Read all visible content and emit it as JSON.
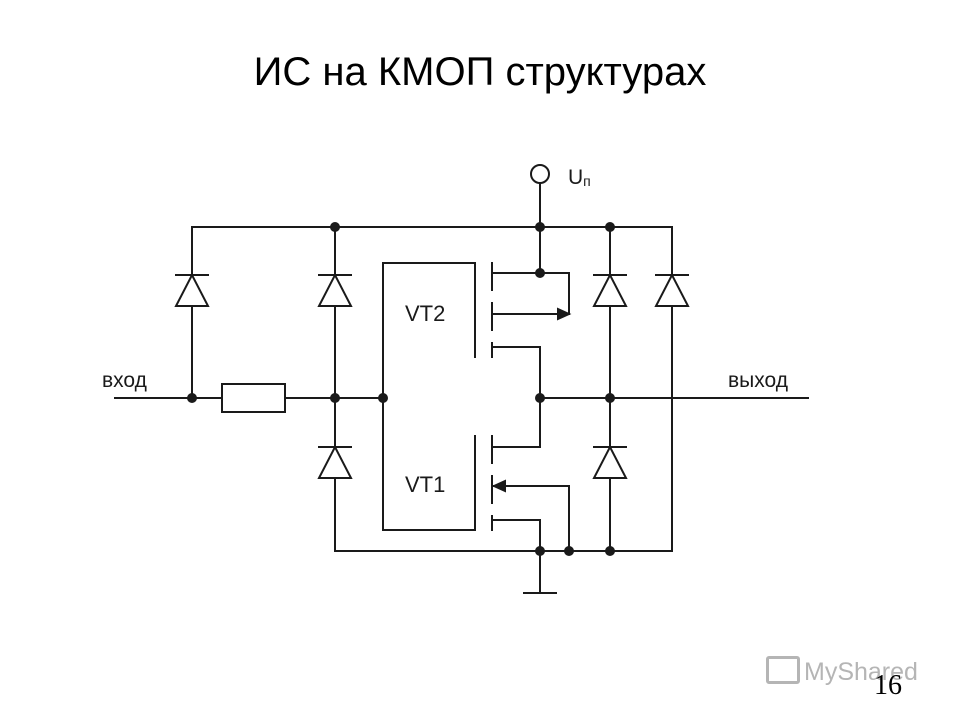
{
  "slide": {
    "title": "ИС на КМОП структурах",
    "page_number": "16",
    "watermark": "MyShared"
  },
  "diagram": {
    "labels": {
      "supply": "U",
      "supply_sub": "п",
      "input": "вход",
      "output": "выход",
      "vt2": "VT2",
      "vt1": "VT1"
    }
  }
}
